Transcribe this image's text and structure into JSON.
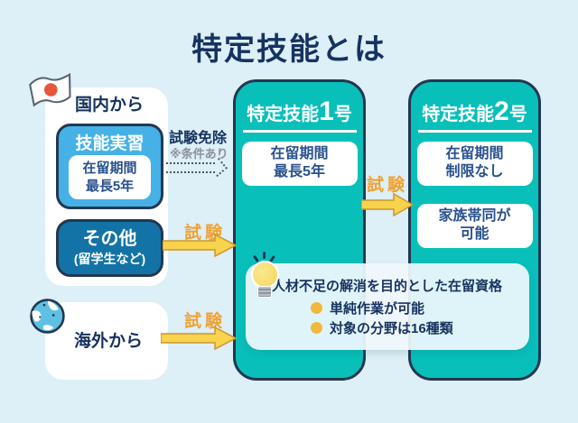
{
  "title": "特定技能とは",
  "domestic": {
    "label": "国内から",
    "training": {
      "title": "技能実習",
      "period_line1": "在留期間",
      "period_line2": "最長5年"
    },
    "exemption": {
      "label": "試験免除",
      "note": "※条件あり"
    },
    "others": {
      "title": "その他",
      "subtitle": "(留学生など)"
    },
    "exam_label": "試験"
  },
  "overseas": {
    "label": "海外から",
    "exam_label": "試験"
  },
  "type1": {
    "title_prefix": "特定技能",
    "title_number": "1",
    "title_suffix": "号",
    "period_line1": "在留期間",
    "period_line2": "最長5年"
  },
  "type2": {
    "title_prefix": "特定技能",
    "title_number": "2",
    "title_suffix": "号",
    "residence_line1": "在留期間",
    "residence_line2": "制限なし",
    "family_line1": "家族帯同が",
    "family_line2": "可能"
  },
  "exam_between_label": "試験",
  "info_panel": {
    "heading": "人材不足の解消を目的とした在留資格",
    "bullets": [
      "単純作業が可能",
      "対象の分野は16種類"
    ]
  },
  "icons": {
    "flag": "japan-flag-icon",
    "globe": "globe-icon",
    "bulb": "lightbulb-icon"
  },
  "colors": {
    "background": "#ddeff7",
    "navy_text": "#16325f",
    "teal_box": "#09bfba",
    "box_border": "#233750",
    "light_blue_box": "#45b1e6",
    "deep_blue_box": "#1373a6",
    "exam_orange": "#f0a235",
    "arrow_yellow": "#f9d34b",
    "bullet_yellow": "#f2b73d",
    "panel_bg": "#eff7fd",
    "inner_text_blue": "#28518e",
    "flag_red": "#e8563a"
  }
}
